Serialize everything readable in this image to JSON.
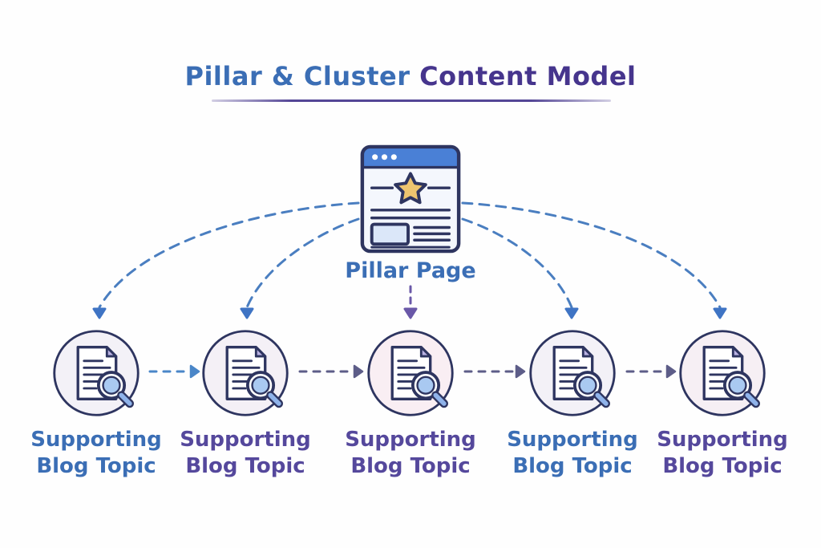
{
  "title": {
    "text_blue": "Pillar & Cluster ",
    "text_purple": "Content Model"
  },
  "pillar": {
    "label": "Pillar Page",
    "icon": "browser-window-star-icon"
  },
  "cluster_nodes": [
    {
      "label_line1": "Supporting",
      "label_line2": "Blog Topic",
      "label_color": "#3b6eb5",
      "circle_fill": "#f3f1f7",
      "icon": "document-search-icon"
    },
    {
      "label_line1": "Supporting",
      "label_line2": "Blog Topic",
      "label_color": "#55489c",
      "circle_fill": "#f4f0f6",
      "icon": "document-search-icon"
    },
    {
      "label_line1": "Supporting",
      "label_line2": "Blog Topic",
      "label_color": "#55489c",
      "circle_fill": "#f9eef3",
      "icon": "document-search-icon"
    },
    {
      "label_line1": "Supporting",
      "label_line2": "Blog Topic",
      "label_color": "#3b6eb5",
      "circle_fill": "#f3f1f7",
      "icon": "document-search-icon"
    },
    {
      "label_line1": "Supporting",
      "label_line2": "Blog Topic",
      "label_color": "#55489c",
      "circle_fill": "#f6eff4",
      "icon": "document-search-icon"
    }
  ],
  "colors": {
    "title_blue": "#3b6eb5",
    "title_purple": "#46358d",
    "pillar_label_blue": "#3b6eb5",
    "connector_blue": "#4a7ec0",
    "connector_slate": "#5d5d88",
    "arrowhead_blue": "#3f74c4",
    "arrowhead_purple": "#6a58a8",
    "outline_navy": "#2e3560",
    "browser_bar_blue": "#4a80d6",
    "star_gold": "#eec56f",
    "magnifier_lens_blue": "#a9c9f1",
    "magnifier_handle_blue": "#8fb3ea",
    "document_fold_purple": "#b9b2e2"
  }
}
